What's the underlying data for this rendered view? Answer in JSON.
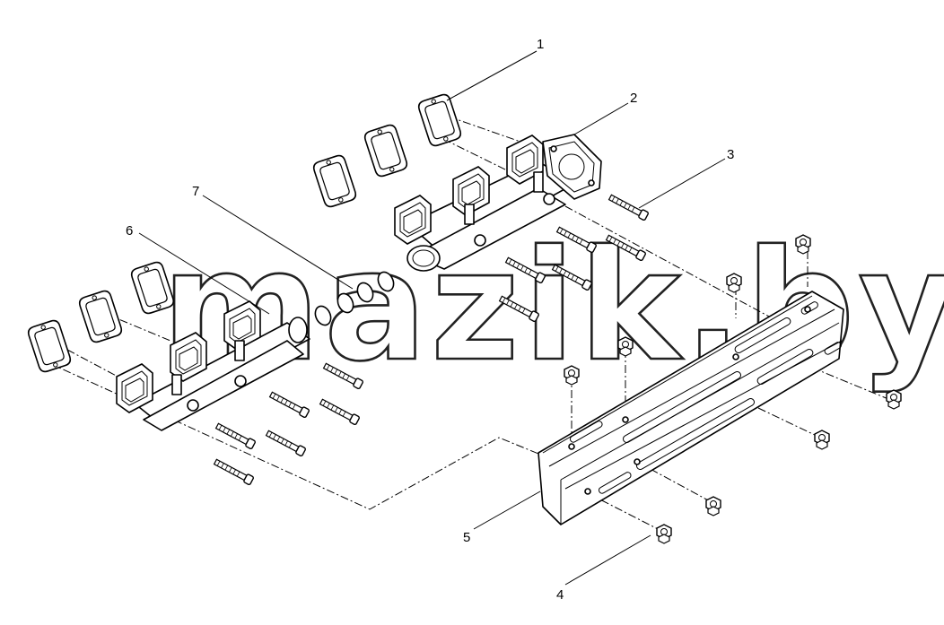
{
  "diagram": {
    "callouts": [
      "1",
      "2",
      "3",
      "4",
      "5",
      "6",
      "7"
    ],
    "watermark": "mazik.by"
  }
}
